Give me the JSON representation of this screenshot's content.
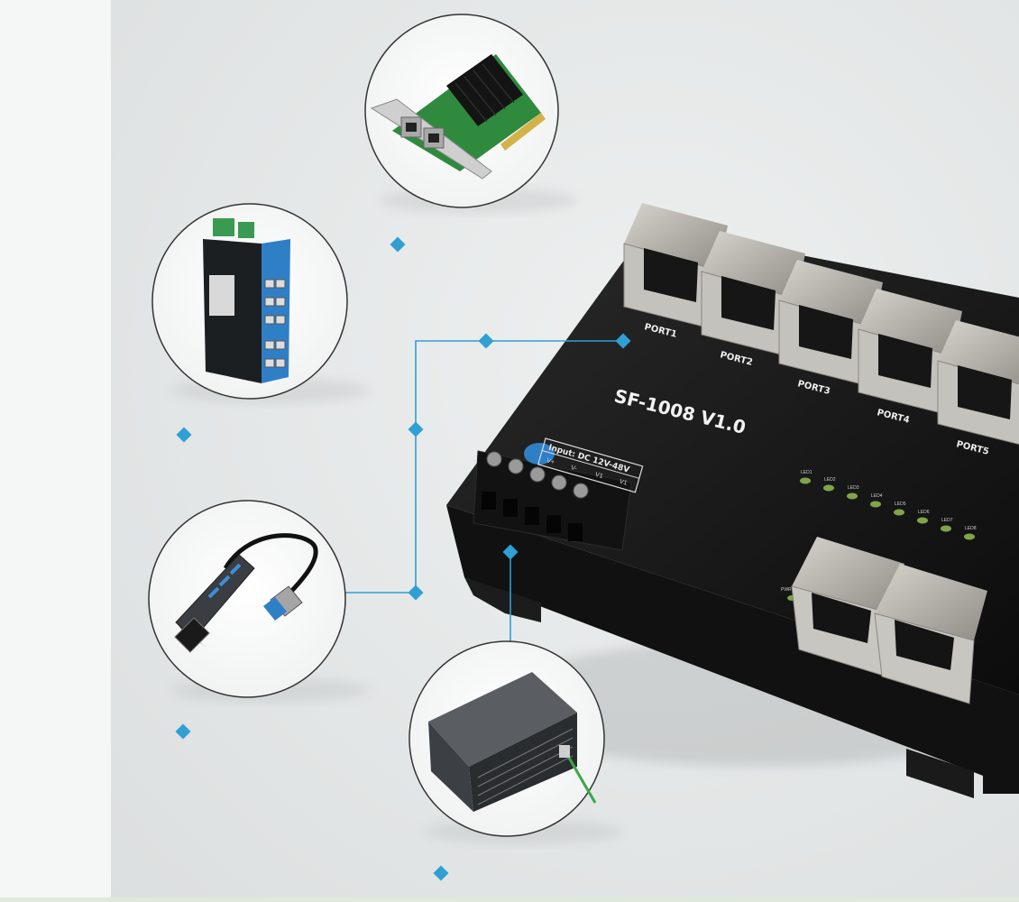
{
  "device": {
    "model_label": "SF-1008 V1.0",
    "power_label": "Input: DC 12V-48V",
    "terminal_labels": [
      "V+",
      "V-",
      "V1",
      "V1"
    ],
    "ports": [
      "PORT1",
      "PORT2",
      "PORT3",
      "PORT4",
      "PORT5"
    ],
    "leds": [
      "LED1",
      "LED2",
      "LED3",
      "LED4",
      "LED5",
      "LED6",
      "LED7",
      "LED8"
    ],
    "pwr_label": "PWR"
  },
  "colors": {
    "accent": "#2f9fd4",
    "device_body": "#151515",
    "port_metal": "#b9b7b1",
    "background": "#e6e8e8"
  },
  "callouts": [
    {
      "subject": "pcie-network-card"
    },
    {
      "subject": "industrial-ethernet-switch"
    },
    {
      "subject": "usb-ethernet-hub"
    },
    {
      "subject": "plc-controller"
    }
  ]
}
